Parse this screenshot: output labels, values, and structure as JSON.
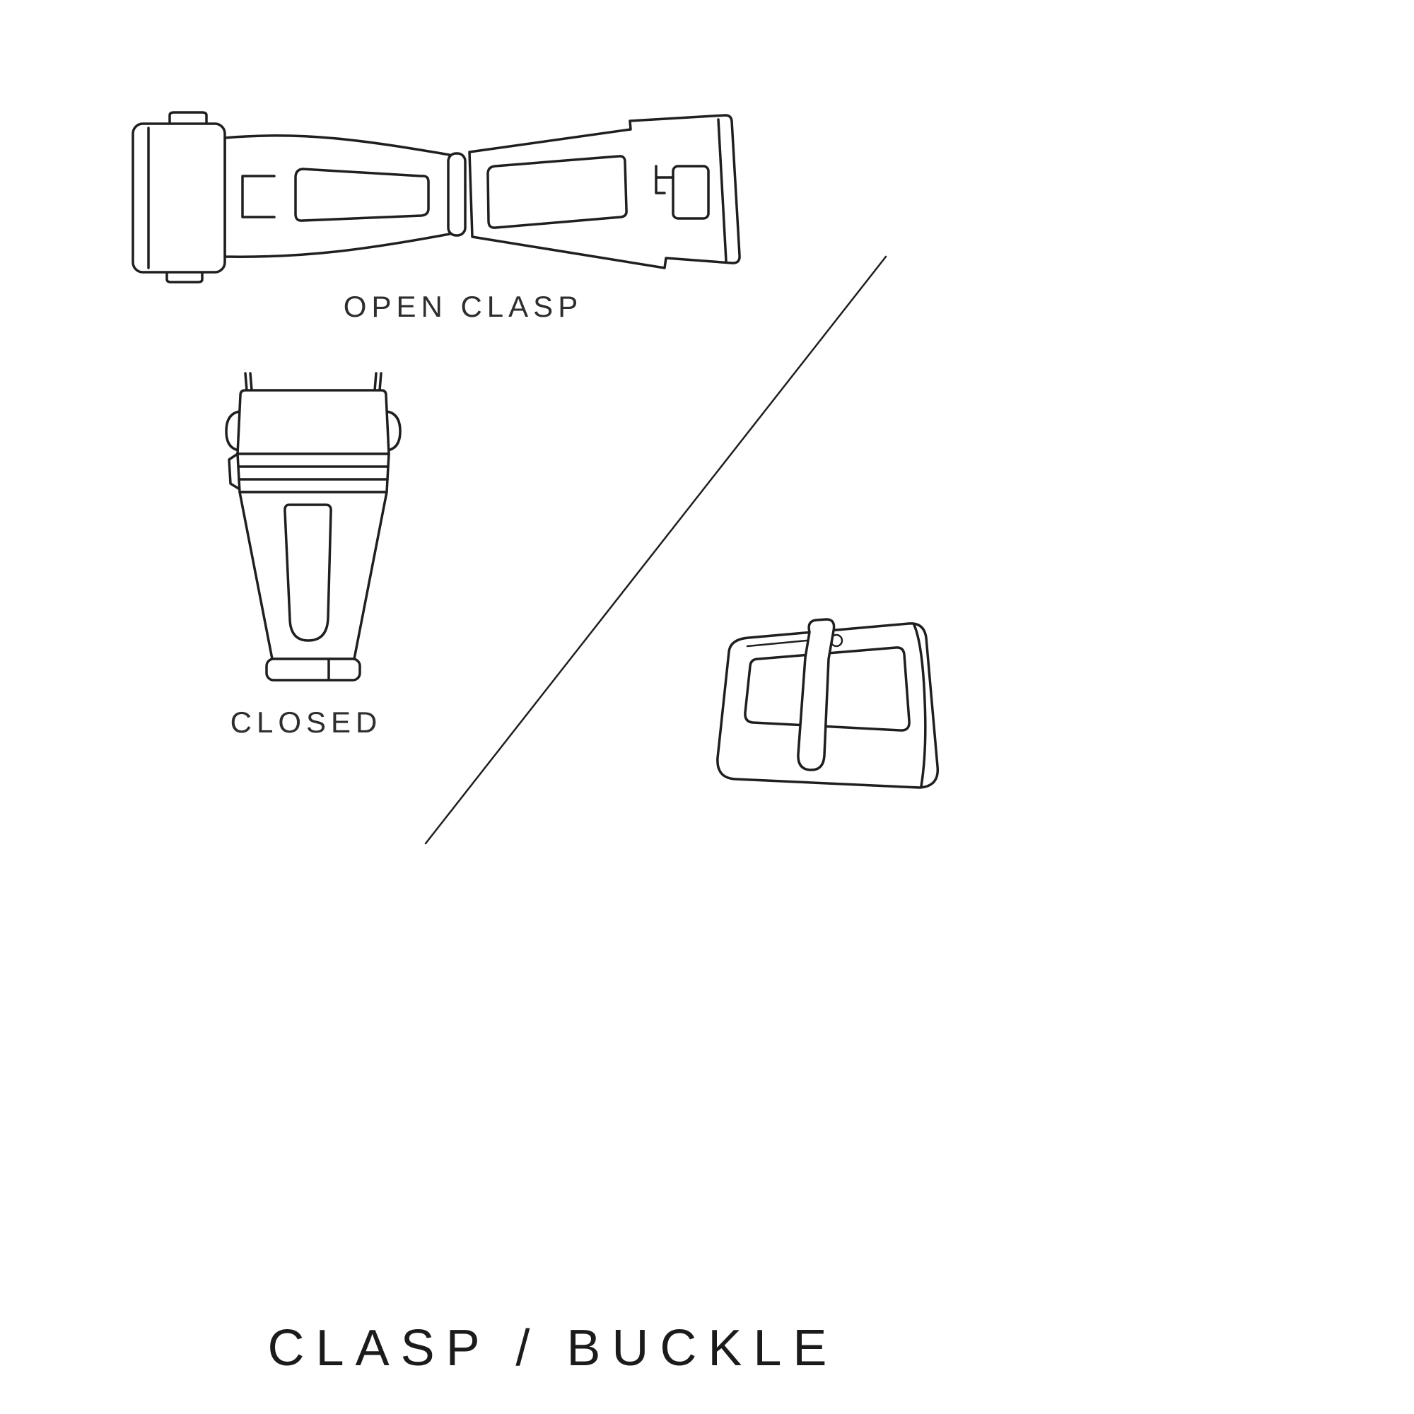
{
  "diagram": {
    "title": "CLASP / BUCKLE",
    "labels": {
      "open_clasp": "OPEN CLASP",
      "closed": "CLOSED"
    },
    "colors": {
      "background": "#ffffff",
      "line": "#1f1f1f",
      "text": "#2e2e2e"
    },
    "illustrations": {
      "open_clasp": "open-clasp-illustration",
      "closed_clasp": "closed-clasp-illustration",
      "buckle": "buckle-illustration",
      "divider": "diagonal-divider-line"
    }
  }
}
